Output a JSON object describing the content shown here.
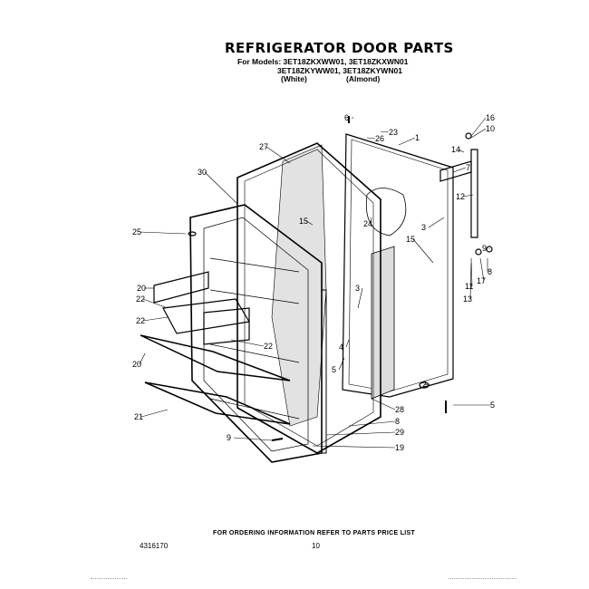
{
  "header": {
    "title": "REFRIGERATOR DOOR PARTS",
    "models_prefix": "For Models:",
    "models_line1": "3ET18ZKXWW01, 3ET18ZKXWN01",
    "models_line2": "3ET18ZKYWW01, 3ET18ZKYWN01",
    "color_white": "(White)",
    "color_almond": "(Almond)"
  },
  "callouts": [
    "6",
    "23",
    "26",
    "1",
    "16",
    "10",
    "14",
    "7",
    "12",
    "27",
    "30",
    "15",
    "24",
    "3",
    "15",
    "9",
    "8",
    "17",
    "11",
    "13",
    "25",
    "20",
    "22",
    "22",
    "3",
    "22",
    "20",
    "4",
    "5",
    "5",
    "2",
    "28",
    "8",
    "29",
    "21",
    "9",
    "19"
  ],
  "footer": {
    "ordering_note": "FOR ORDERING INFORMATION REFER TO PARTS PRICE LIST",
    "doc_number": "4316170",
    "page_number": "10"
  }
}
